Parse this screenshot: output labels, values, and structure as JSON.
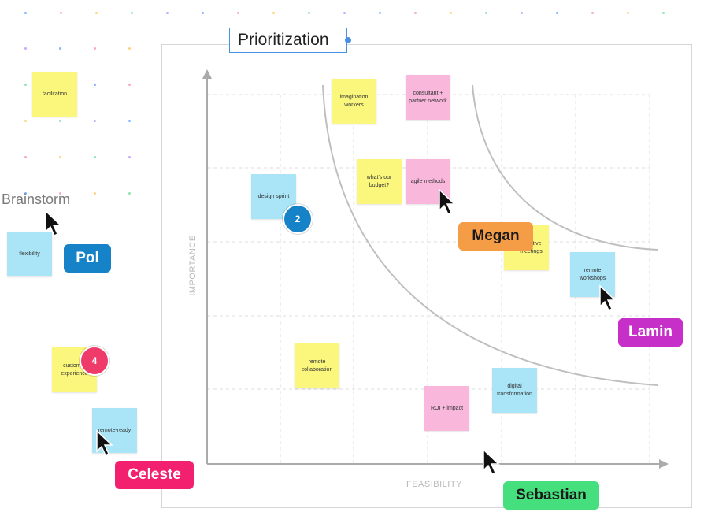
{
  "frame": {
    "title": "Prioritization"
  },
  "brainstorm": {
    "title": "Brainstorm",
    "notes": [
      {
        "text": "facilitation",
        "color": "yellow"
      },
      {
        "text": "flexibility",
        "color": "blue"
      },
      {
        "text": "customer experience",
        "color": "yellow"
      },
      {
        "text": "remote-ready",
        "color": "blue"
      }
    ]
  },
  "matrix": {
    "x_axis_label": "FEASIBILITY",
    "y_axis_label": "IMPORTANCE",
    "notes": [
      {
        "text": "imagination workers",
        "color": "yellow"
      },
      {
        "text": "consultant + partner network",
        "color": "pink"
      },
      {
        "text": "design sprint",
        "color": "blue"
      },
      {
        "text": "what's our budget?",
        "color": "yellow"
      },
      {
        "text": "agile methods",
        "color": "pink"
      },
      {
        "text": "effective meetings",
        "color": "yellow"
      },
      {
        "text": "remote workshops",
        "color": "blue"
      },
      {
        "text": "remote collaboration",
        "color": "yellow"
      },
      {
        "text": "ROI + impact",
        "color": "pink"
      },
      {
        "text": "digital transformation",
        "color": "blue"
      }
    ]
  },
  "badges": [
    {
      "value": "2",
      "color": "#1683c9"
    },
    {
      "value": "4",
      "color": "#ee3b6a"
    }
  ],
  "collaborators": [
    {
      "name": "Pol",
      "color": "#1683c9"
    },
    {
      "name": "Megan",
      "color": "#f59c47"
    },
    {
      "name": "Lamin",
      "color": "#c72fc9"
    },
    {
      "name": "Celeste",
      "color": "#f2206e"
    },
    {
      "name": "Sebastian",
      "color": "#45e07d"
    }
  ],
  "icons": [
    "cursor-icon"
  ]
}
